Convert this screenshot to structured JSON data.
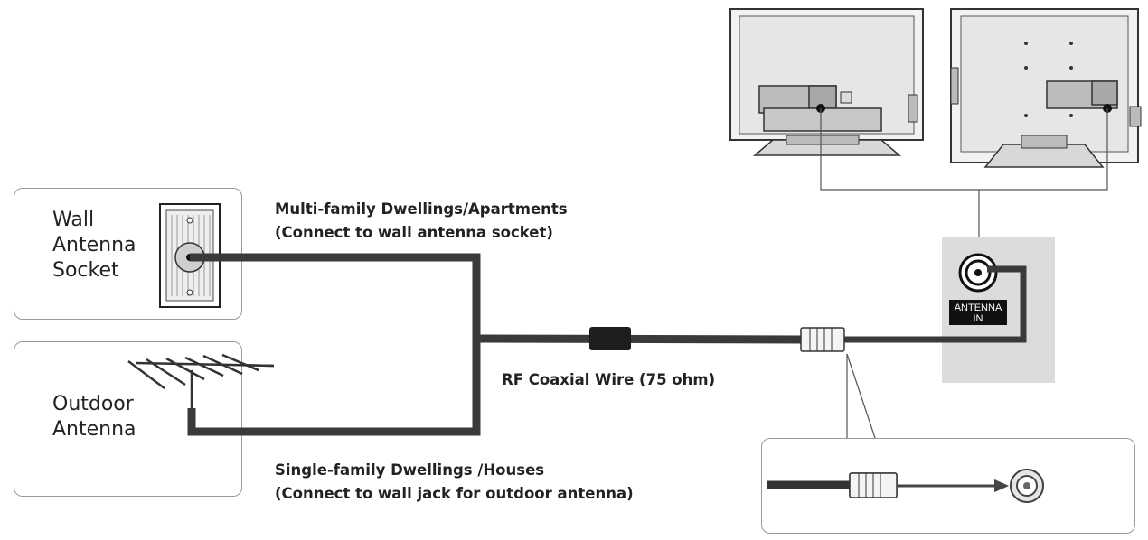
{
  "wall_socket": {
    "label_lines": [
      "Wall",
      "Antenna",
      "Socket"
    ]
  },
  "outdoor": {
    "label_lines": [
      "Outdoor",
      "Antenna"
    ]
  },
  "multi_family": {
    "line1": "Multi-family Dwellings/Apartments",
    "line2": "(Connect to wall antenna socket)"
  },
  "single_family": {
    "line1": "Single-family Dwellings /Houses",
    "line2": "(Connect to wall jack for outdoor antenna)"
  },
  "cable_label": "RF Coaxial Wire (75 ohm)",
  "antenna_in_badge": {
    "line1": "ANTENNA",
    "line2": "IN"
  },
  "icons": [
    "wall-socket-icon",
    "outdoor-antenna-icon",
    "tv-rear-icon",
    "coax-plug-icon",
    "antenna-jack-icon",
    "arrow-icon"
  ]
}
